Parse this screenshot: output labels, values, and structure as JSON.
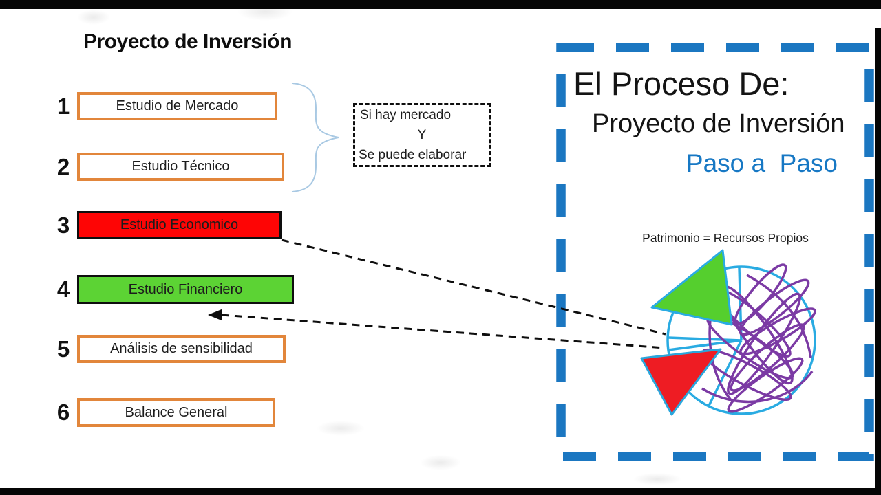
{
  "slide": {
    "title": "Proyecto de Inversión"
  },
  "steps": [
    {
      "num": "1",
      "label": "Estudio de Mercado"
    },
    {
      "num": "2",
      "label": "Estudio Técnico"
    },
    {
      "num": "3",
      "label": "Estudio Economico"
    },
    {
      "num": "4",
      "label": "Estudio Financiero"
    },
    {
      "num": "5",
      "label": "Análisis de sensibilidad"
    },
    {
      "num": "6",
      "label": "Balance General"
    }
  ],
  "condition_box": {
    "line1": "Si hay mercado",
    "line2": "Y",
    "line3": "Se puede elaborar"
  },
  "process_panel": {
    "heading": "El Proceso De:",
    "subheading": "Proyecto de Inversión",
    "tagline": "Paso a  Paso",
    "pie_caption": "Patrimonio = Recursos Propios"
  },
  "colors": {
    "step_border_orange": "#E2863B",
    "step_fill_red": "#FE0505",
    "step_fill_green": "#5CD334",
    "frame_dash_blue": "#1B77C1",
    "tagline_blue": "#1778C4",
    "pie_outline_cyan": "#29ABE2",
    "scribble_purple": "#7B3AA4",
    "triangle_green_fill": "#55CF2E",
    "triangle_red_fill": "#EE1C23",
    "brace_light_blue": "#A9C9E3",
    "bar_black": "#050505"
  }
}
